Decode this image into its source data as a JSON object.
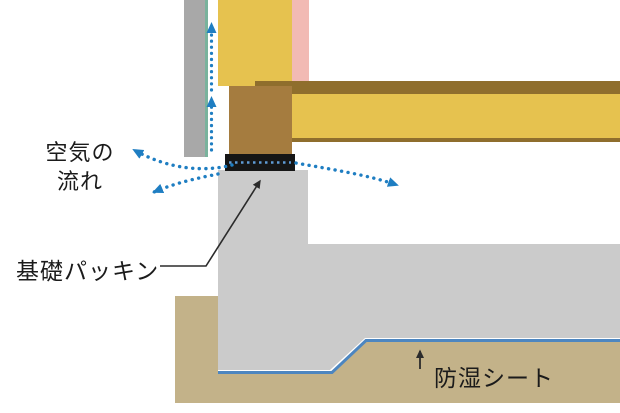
{
  "diagram": {
    "title_hint": "foundation-ventilation-cross-section",
    "labels": {
      "airflow": {
        "line1": "空気の",
        "line2": "流れ"
      },
      "foundation_packing": "基礎パッキン",
      "moisture_sheet": "防湿シート"
    },
    "colors": {
      "siding_gray": "#a8a8a8",
      "membrane_teal": "#79b29c",
      "insulation_yellow": "#e6c24f",
      "interior_pink": "#f2bab4",
      "floor_brown": "#8f6e2d",
      "sill_wood": "#a57c3f",
      "packing_black": "#161616",
      "packing_dots": "#5f9bd6",
      "concrete_gray": "#cbcbcb",
      "soil_khaki": "#c3b289",
      "sheet_blue": "#4d86c0",
      "arrow_blue": "#1f7ec2"
    }
  }
}
